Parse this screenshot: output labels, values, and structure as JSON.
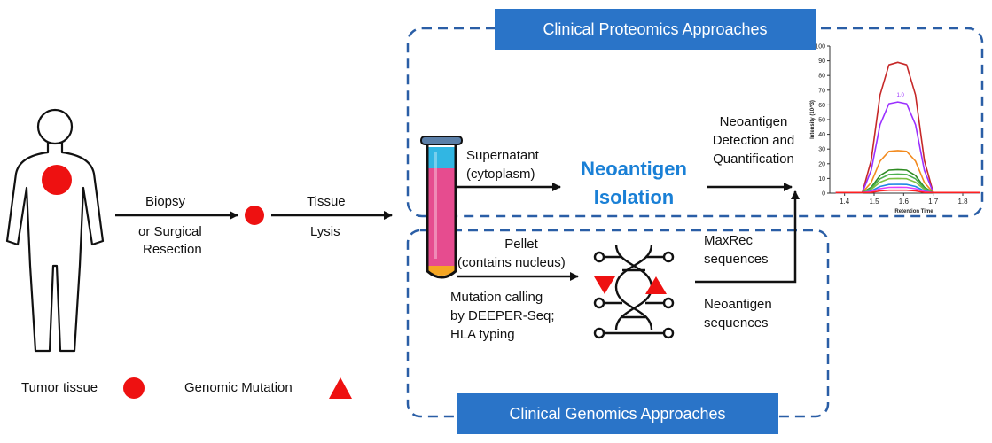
{
  "flow": {
    "biopsy_line1": "Biopsy",
    "biopsy_line2": "or Surgical",
    "biopsy_line3": "Resection",
    "tissue_line1": "Tissue",
    "tissue_line2": "Lysis",
    "supernatant_line1": "Supernatant",
    "supernatant_line2": "(cytoplasm)",
    "isolation_line1": "Neoantigen",
    "isolation_line2": "Isolation",
    "detection_line1": "Neoantigen",
    "detection_line2": "Detection and",
    "detection_line3": "Quantification",
    "pellet_line1": "Pellet",
    "pellet_line2": "(contains nucleus)",
    "mutation_line1": "Mutation calling",
    "mutation_line2": "by DEEPER-Seq;",
    "mutation_line3": "HLA typing",
    "maxrec_line1": "MaxRec",
    "maxrec_line2": "sequences",
    "neoseq_line1": "Neoantigen",
    "neoseq_line2": "sequences"
  },
  "banners": {
    "proteomics": "Clinical Proteomics Approaches",
    "genomics": "Clinical Genomics Approaches"
  },
  "legend": {
    "tumor": "Tumor tissue",
    "mutation": "Genomic Mutation"
  },
  "colors": {
    "tumor_red": "#ee1111",
    "banner_blue": "#2a74c8",
    "isolation_blue": "#1a80d6",
    "dashed_border": "#2a5ea6"
  },
  "chart_data": {
    "type": "line",
    "title": "",
    "xlabel": "Retention Time",
    "ylabel": "Intensity (10^3)",
    "xlim": [
      1.35,
      1.86
    ],
    "ylim": [
      0,
      100
    ],
    "x_ticks": [
      "1.4",
      "1.5",
      "1.6",
      "1.7",
      "1.8"
    ],
    "y_ticks": [
      "0",
      "10",
      "20",
      "30",
      "40",
      "50",
      "60",
      "70",
      "80",
      "90",
      "100"
    ],
    "annotation": "1.0",
    "peak_x": 1.58,
    "series": [
      {
        "color": "#c62828",
        "peak": 89
      },
      {
        "color": "#9b30ff",
        "peak": 62
      },
      {
        "color": "#f28a1e",
        "peak": 29
      },
      {
        "color": "#2e8b22",
        "peak": 16
      },
      {
        "color": "#4caf50",
        "peak": 13
      },
      {
        "color": "#7cc242",
        "peak": 10
      },
      {
        "color": "#1e88e5",
        "peak": 6
      },
      {
        "color": "#e040fb",
        "peak": 4
      },
      {
        "color": "#ff2020",
        "peak": 2
      }
    ]
  }
}
